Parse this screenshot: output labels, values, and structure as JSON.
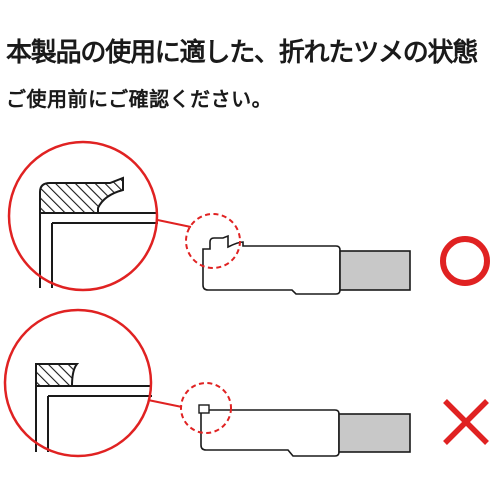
{
  "heading": {
    "title": "本製品の使用に適した、折れたツメの状態",
    "subtitle": "ご使用前にご確認ください。"
  },
  "diagram": {
    "rows": [
      {
        "name": "good-claw-example",
        "verdict": "circle",
        "verdict_icon": "circle-icon"
      },
      {
        "name": "bad-claw-example",
        "verdict": "cross",
        "verdict_icon": "cross-icon"
      }
    ],
    "colors": {
      "accent_red": "#e02222",
      "cable_gray": "#c8c8c8",
      "outline": "#1a1a1a"
    }
  }
}
